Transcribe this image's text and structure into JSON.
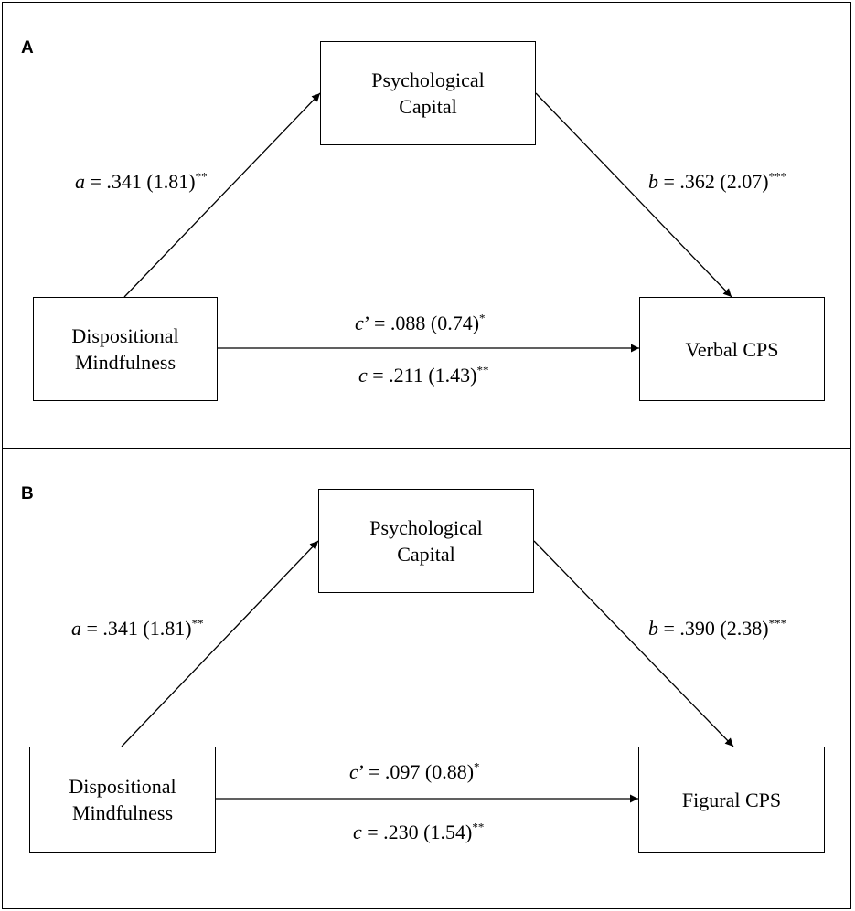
{
  "panels": [
    {
      "letter": "A",
      "mediator": {
        "line1": "Psychological",
        "line2": "Capital"
      },
      "predictor": {
        "line1": "Dispositional",
        "line2": "Mindfulness"
      },
      "outcome": "Verbal CPS",
      "path_a": {
        "symbol": "a",
        "value": " = .341 (1.81)",
        "sig": "**"
      },
      "path_b": {
        "symbol": "b",
        "value": " = .362 (2.07)",
        "sig": "***"
      },
      "path_c_prime": {
        "symbol": "c",
        "value": "’ = .088 (0.74)",
        "sig": "*"
      },
      "path_c": {
        "symbol": "c",
        "value": " = .211 (1.43)",
        "sig": "**"
      }
    },
    {
      "letter": "B",
      "mediator": {
        "line1": "Psychological",
        "line2": "Capital"
      },
      "predictor": {
        "line1": "Dispositional",
        "line2": "Mindfulness"
      },
      "outcome": "Figural CPS",
      "path_a": {
        "symbol": "a",
        "value": " = .341 (1.81)",
        "sig": "**"
      },
      "path_b": {
        "symbol": "b",
        "value": " = .390 (2.38)",
        "sig": "***"
      },
      "path_c_prime": {
        "symbol": "c",
        "value": "’ = .097 (0.88)",
        "sig": "*"
      },
      "path_c": {
        "symbol": "c",
        "value": " = .230 (1.54)",
        "sig": "**"
      }
    }
  ]
}
